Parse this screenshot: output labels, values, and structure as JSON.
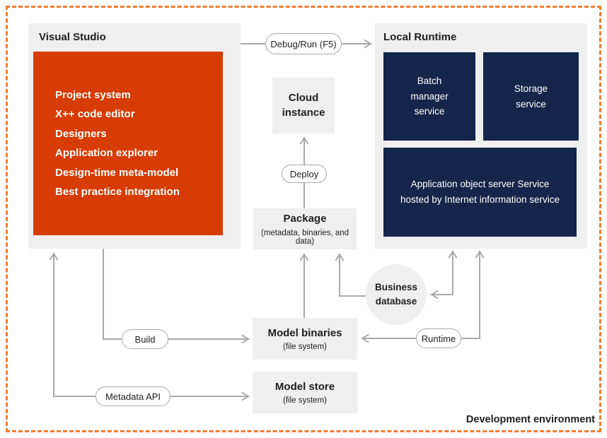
{
  "diagram": {
    "environment_label": "Development environment",
    "visual_studio": {
      "title": "Visual Studio",
      "features": [
        "Project system",
        "X++ code editor",
        "Designers",
        "Application explorer",
        "Design-time meta-model",
        "Best practice integration"
      ]
    },
    "local_runtime": {
      "title": "Local Runtime",
      "batch_service": "Batch manager service",
      "storage_service": "Storage service",
      "aos_service": "Application object server Service hosted by Internet information service"
    },
    "nodes": {
      "cloud_instance": "Cloud instance",
      "package_title": "Package",
      "package_subtitle": "(metadata, binaries, and data)",
      "business_database": "Business database",
      "model_binaries_title": "Model binaries",
      "model_binaries_subtitle": "(file system)",
      "model_store_title": "Model store",
      "model_store_subtitle": "(file system)"
    },
    "connectors": {
      "debug_run": "Debug/Run (F5)",
      "deploy": "Deploy",
      "build": "Build",
      "runtime": "Runtime",
      "metadata_api": "Metadata API"
    },
    "colors": {
      "accent_orange": "#D63C04",
      "navy": "#15254B",
      "panel_gray": "#EFEFEF",
      "connector_gray": "#A9A9A9",
      "border_orange": "#ED7D31"
    }
  }
}
